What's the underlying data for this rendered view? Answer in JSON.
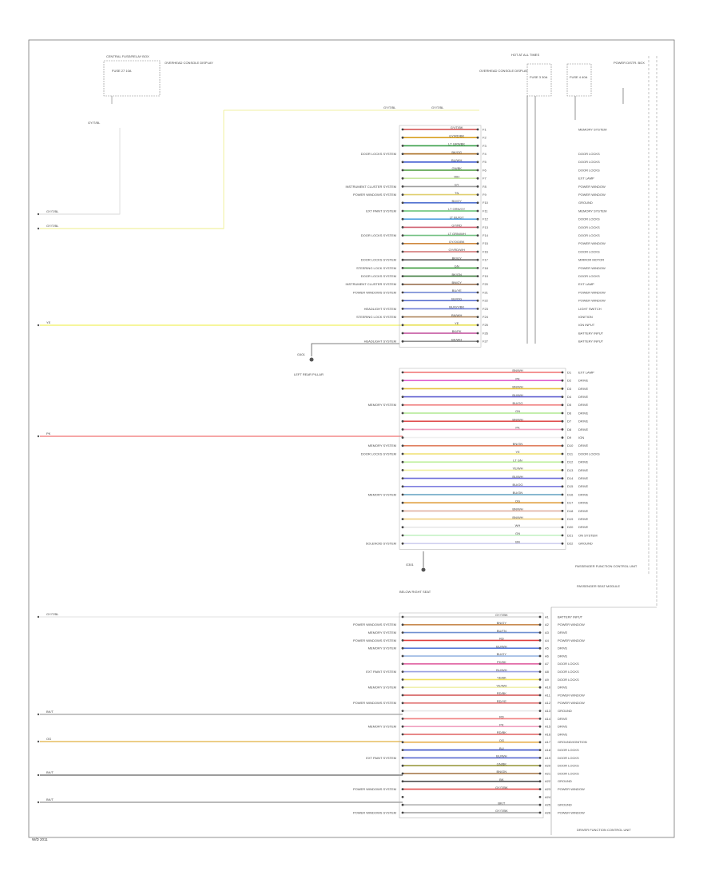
{
  "upper": {
    "rows": [
      {
        "system": "",
        "wire": "GY/T/BK",
        "pin": "F1",
        "ecu": "MEMORY SYSTEM",
        "color": "#d04a4a"
      },
      {
        "system": "",
        "wire": "GY/RD/BK",
        "pin": "F2",
        "ecu": "",
        "color": "#d8a020"
      },
      {
        "system": "",
        "wire": "LT GRN/BK",
        "pin": "F3",
        "ecu": "",
        "color": "#3aa04a"
      },
      {
        "system": "DOOR LOCKS SYSTEM",
        "wire": "BK/OG",
        "pin": "F4",
        "ecu": "DOOR LOCKS",
        "color": "#a96c20"
      },
      {
        "system": "",
        "wire": "BU/WH",
        "pin": "F5",
        "ecu": "DOOR LOCKS",
        "color": "#3a56d0"
      },
      {
        "system": "",
        "wire": "GN/BK",
        "pin": "F6",
        "ecu": "DOOR LOCKS",
        "color": "#4a9a3a"
      },
      {
        "system": "",
        "wire": "WH",
        "pin": "F7",
        "ecu": "EXT LAMP",
        "color": "#c8e8a0"
      },
      {
        "system": "INSTRUMENT CLUSTER SYSTEM",
        "wire": "GY",
        "pin": "F8",
        "ecu": "POWER WINDOW",
        "color": "#a0a0a0"
      },
      {
        "system": "POWER WINDOWS SYSTEM",
        "wire": "TN",
        "pin": "F9",
        "ecu": "POWER WINDOW",
        "color": "#e0cf70"
      },
      {
        "system": "",
        "wire": "BU/GY",
        "pin": "F10",
        "ecu": "GROUND",
        "color": "#5070d0"
      },
      {
        "system": "EXT PAINT SYSTEM",
        "wire": "LT GRN/GY",
        "pin": "F11",
        "ecu": "MEMORY SYSTEM",
        "color": "#60c070"
      },
      {
        "system": "",
        "wire": "LT BU/GY",
        "pin": "F12",
        "ecu": "DOOR LOCKS",
        "color": "#50a0e0"
      },
      {
        "system": "",
        "wire": "GY/RD",
        "pin": "F13",
        "ecu": "DOOR LOCKS",
        "color": "#d06070"
      },
      {
        "system": "DOOR LOCKS SYSTEM",
        "wire": "LT GRN/WH",
        "pin": "F14",
        "ecu": "DOOR LOCKS",
        "color": "#70c080"
      },
      {
        "system": "",
        "wire": "GY/OG/BK",
        "pin": "F15",
        "ecu": "POWER WINDOW",
        "color": "#d08a40"
      },
      {
        "system": "",
        "wire": "GY/RD/WH",
        "pin": "F16",
        "ecu": "DOOR LOCKS",
        "color": "#d07070"
      },
      {
        "system": "DOOR LOCKS SYSTEM",
        "wire": "BK/GY",
        "pin": "F17",
        "ecu": "MIRROR MOTOR",
        "color": "#606060"
      },
      {
        "system": "STEERING LOCK SYSTEM",
        "wire": "GN",
        "pin": "F18",
        "ecu": "POWER WINDOW",
        "color": "#3a9a3a"
      },
      {
        "system": "DOOR LOCKS SYSTEM",
        "wire": "BK/GN",
        "pin": "F19",
        "ecu": "DOOR LOCKS",
        "color": "#3a7a3a"
      },
      {
        "system": "INSTRUMENT CLUSTER SYSTEM",
        "wire": "BN/GY",
        "pin": "F20",
        "ecu": "EXT LAMP",
        "color": "#9a7050"
      },
      {
        "system": "POWER WINDOWS SYSTEM",
        "wire": "BU/YE",
        "pin": "F21",
        "ecu": "POWER WINDOW",
        "color": "#6a80d0"
      },
      {
        "system": "",
        "wire": "BU/OG",
        "pin": "F22",
        "ecu": "POWER WINDOW",
        "color": "#5a70d0"
      },
      {
        "system": "HEADLIGHT SYSTEM",
        "wire": "BU/GY/BK",
        "pin": "F23",
        "ecu": "LIGHT SWITCH",
        "color": "#7080d8"
      },
      {
        "system": "STEERING LOCK SYSTEM",
        "wire": "BN/WH",
        "pin": "F24",
        "ecu": "IGNITION",
        "color": "#b08860"
      },
      {
        "system": "",
        "wire": "YE",
        "pin": "F25",
        "ecu": "IGN INPUT",
        "color": "#e8e050"
      },
      {
        "system": "",
        "wire": "BK/PK",
        "pin": "F26",
        "ecu": "BATTERY INPUT",
        "color": "#c04a9a"
      },
      {
        "system": "HEADLIGHT SYSTEM",
        "wire": "BK/WH",
        "pin": "F27",
        "ecu": "BATTERY INPUT",
        "color": "#909090"
      }
    ]
  },
  "middle": {
    "rows": [
      {
        "system": "",
        "wire": "BN/WH",
        "pin": "D1",
        "ecu": "EXT LAMP",
        "color": "#f07070"
      },
      {
        "system": "",
        "wire": "PK",
        "pin": "D2",
        "ecu": "DRIVE",
        "color": "#e060d0"
      },
      {
        "system": "",
        "wire": "BN/WH",
        "pin": "D3",
        "ecu": "DRIVE",
        "color": "#e8c040"
      },
      {
        "system": "",
        "wire": "BU/WH",
        "pin": "D4",
        "ecu": "DRIVE",
        "color": "#6060d0"
      },
      {
        "system": "MEMORY SYSTEM",
        "wire": "BU/OG",
        "pin": "D5",
        "ecu": "DRIVE",
        "color": "#f08080"
      },
      {
        "system": "",
        "wire": "GN",
        "pin": "D6",
        "ecu": "DRIVE",
        "color": "#b0e890"
      },
      {
        "system": "",
        "wire": "BN/WH",
        "pin": "D7",
        "ecu": "DRIVE",
        "color": "#e05050"
      },
      {
        "system": "",
        "wire": "PK",
        "pin": "D8",
        "ecu": "DRIVE",
        "color": "#f0a0c0"
      },
      {
        "system": "",
        "wire": "",
        "pin": "D9",
        "ecu": "IGN",
        "color": "#f0f0f0"
      },
      {
        "system": "MEMORY SYSTEM",
        "wire": "BN/GN",
        "pin": "D10",
        "ecu": "DRIVE",
        "color": "#e08060"
      },
      {
        "system": "DOOR LOCKS SYSTEM",
        "wire": "YE",
        "pin": "D11",
        "ecu": "DOOR LOCKS",
        "color": "#f0e070"
      },
      {
        "system": "",
        "wire": "LT GN",
        "pin": "D12",
        "ecu": "DRIVE",
        "color": "#c0f0a0"
      },
      {
        "system": "",
        "wire": "YE/WH",
        "pin": "D13",
        "ecu": "DRIVE",
        "color": "#f0f0a0"
      },
      {
        "system": "",
        "wire": "BU/WH",
        "pin": "D14",
        "ecu": "DRIVE",
        "color": "#6a6ad8"
      },
      {
        "system": "",
        "wire": "BU/OG",
        "pin": "D15",
        "ecu": "DRIVE",
        "color": "#8080e0"
      },
      {
        "system": "MEMORY SYSTEM",
        "wire": "BU/GN",
        "pin": "D16",
        "ecu": "DRIVE",
        "color": "#60a0c0"
      },
      {
        "system": "",
        "wire": "OG",
        "pin": "D17",
        "ecu": "DRIVE",
        "color": "#e0a040"
      },
      {
        "system": "",
        "wire": "BN/WH",
        "pin": "D18",
        "ecu": "DRIVE",
        "color": "#e0b0a0"
      },
      {
        "system": "",
        "wire": "BN/WH",
        "pin": "D19",
        "ecu": "DRIVE",
        "color": "#f0d080"
      },
      {
        "system": "",
        "wire": "WH",
        "pin": "D20",
        "ecu": "DRIVE",
        "color": "#e8e8e8"
      },
      {
        "system": "",
        "wire": "GN",
        "pin": "D21",
        "ecu": "ON SYSTEM",
        "color": "#c0f0c0"
      },
      {
        "system": "SOLENOID SYSTEM",
        "wire": "BN",
        "pin": "D22",
        "ecu": "GROUND",
        "color": "#d0d0f0"
      }
    ]
  },
  "lower": {
    "rows": [
      {
        "system": "",
        "wire": "GY/T/BK",
        "pin": "A1",
        "ecu": "BATTERY INPUT",
        "color": "#d8d8d8"
      },
      {
        "system": "POWER WINDOWS SYSTEM",
        "wire": "BN/GY",
        "pin": "A2",
        "ecu": "POWER WINDOW",
        "color": "#c88a50"
      },
      {
        "system": "MEMORY SYSTEM",
        "wire": "BU/TN",
        "pin": "A3",
        "ecu": "DRIVE",
        "color": "#7090d0"
      },
      {
        "system": "POWER WINDOWS SYSTEM",
        "wire": "RD",
        "pin": "A4",
        "ecu": "POWER WINDOW",
        "color": "#e04040"
      },
      {
        "system": "MEMORY SYSTEM",
        "wire": "BU/WH",
        "pin": "A5",
        "ecu": "DRIVE",
        "color": "#5a7ad8"
      },
      {
        "system": "",
        "wire": "BU/GY",
        "pin": "A6",
        "ecu": "DRIVE",
        "color": "#90b0e0"
      },
      {
        "system": "",
        "wire": "PK/BK",
        "pin": "A7",
        "ecu": "DOOR LOCKS",
        "color": "#e060a0"
      },
      {
        "system": "EXT PAINT SYSTEM",
        "wire": "BU/WH",
        "pin": "A8",
        "ecu": "DOOR LOCKS",
        "color": "#9aa0e0"
      },
      {
        "system": "",
        "wire": "YE/BK",
        "pin": "A9",
        "ecu": "DOOR LOCKS",
        "color": "#f0e060"
      },
      {
        "system": "MEMORY SYSTEM",
        "wire": "YE/WH",
        "pin": "A10",
        "ecu": "DRIVE",
        "color": "#f0f0b0"
      },
      {
        "system": "",
        "wire": "RD/BK",
        "pin": "A11",
        "ecu": "POWER WINDOW",
        "color": "#d05050"
      },
      {
        "system": "POWER WINDOWS SYSTEM",
        "wire": "RD/YE",
        "pin": "A12",
        "ecu": "POWER WINDOW",
        "color": "#e07070"
      },
      {
        "system": "",
        "wire": "",
        "pin": "A13",
        "ecu": "GROUND",
        "color": "#e8e8e8"
      },
      {
        "system": "",
        "wire": "RD",
        "pin": "A14",
        "ecu": "DRIVE",
        "color": "#f08080"
      },
      {
        "system": "MEMORY SYSTEM",
        "wire": "PK",
        "pin": "A15",
        "ecu": "DRIVE",
        "color": "#f0a0c0"
      },
      {
        "system": "",
        "wire": "RD/BK",
        "pin": "A16",
        "ecu": "DRIVE",
        "color": "#e06060"
      },
      {
        "system": "",
        "wire": "OG",
        "pin": "A17",
        "ecu": "GROUND/IGNITION",
        "color": "#e8b050"
      },
      {
        "system": "",
        "wire": "BU",
        "pin": "A18",
        "ecu": "DOOR LOCKS",
        "color": "#3a50c8"
      },
      {
        "system": "EXT PAINT SYSTEM",
        "wire": "BU/WH",
        "pin": "A19",
        "ecu": "DOOR LOCKS",
        "color": "#5a6ad0"
      },
      {
        "system": "",
        "wire": "GN/BK",
        "pin": "A20",
        "ecu": "DOOR LOCKS",
        "color": "#9a9a40"
      },
      {
        "system": "",
        "wire": "BN/GN",
        "pin": "A21",
        "ecu": "DOOR LOCKS",
        "color": "#a07040"
      },
      {
        "system": "",
        "wire": "BK",
        "pin": "A22",
        "ecu": "GROUND",
        "color": "#505050"
      },
      {
        "system": "POWER WINDOWS SYSTEM",
        "wire": "GY/T/BK",
        "pin": "A23",
        "ecu": "POWER WINDOW",
        "color": "#e05050"
      },
      {
        "system": "",
        "wire": "",
        "pin": "A24",
        "ecu": "",
        "color": "#ffffff"
      },
      {
        "system": "",
        "wire": "BK/T",
        "pin": "A25",
        "ecu": "GROUND",
        "color": "#b0b0b0"
      },
      {
        "system": "POWER WINDOWS SYSTEM",
        "wire": "GY/T/BK",
        "pin": "A26",
        "ecu": "POWER WINDOW",
        "color": "#a0a0a0"
      }
    ]
  },
  "feeds": [
    {
      "label": "GY/T/BL",
      "color": "#e0e0e0"
    },
    {
      "label": "GY/T/BL",
      "color": "#f0f0a0"
    },
    {
      "label": "YE",
      "color": "#f0f060"
    },
    {
      "label": "PK",
      "color": "#f07070"
    },
    {
      "label": "GY/T/BL",
      "color": "#e8e8e8"
    },
    {
      "label": "BK/T",
      "color": "#a0a0a0"
    },
    {
      "label": "OG",
      "color": "#e0b040"
    },
    {
      "label": "BK/T",
      "color": "#606060"
    },
    {
      "label": "BK/T",
      "color": "#909090"
    }
  ],
  "labels": {
    "top_left_fuse": "CENTRAL FUSE/RELAY BOX",
    "top_left_fuse_sub": "FUSE 27 10A",
    "top_left_note": "OVERHEAD CONSOLE DISPLAY",
    "top_right_fuse": "HOT AT ALL TIMES",
    "top_right_fuse_a": "FUSE 3 30A",
    "top_right_fuse_b": "FUSE 4 40A",
    "top_right_note": "POWER DISTR. BOX",
    "power_label": "GY/T/BL",
    "g1": "G401",
    "g1_note": "LEFT REAR PILLAR",
    "g2": "G301",
    "g2_note": "BELOW RIGHT SEAT",
    "module1": "PASSENGER FUNCTION CONTROL UNIT",
    "module2": "PASSENGER SEAT MODULE",
    "module3": "DRIVER FUNCTION CONTROL UNIT",
    "footer": "W/D 2011"
  }
}
